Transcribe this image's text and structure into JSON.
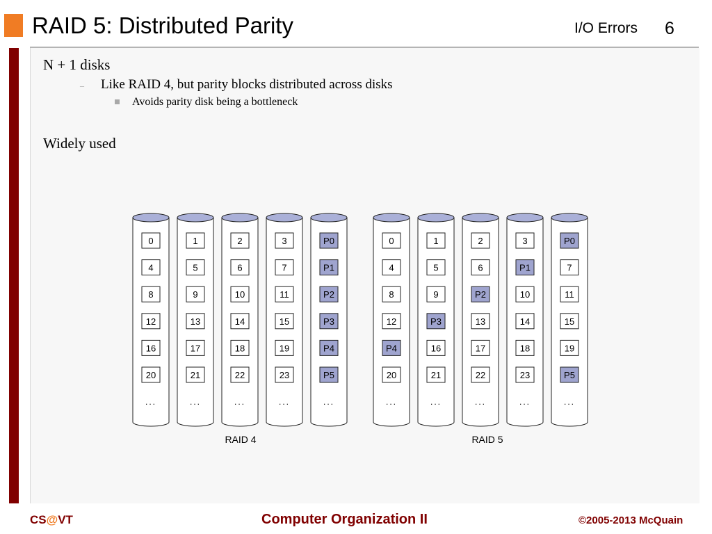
{
  "header": {
    "title": "RAID 5: Distributed Parity",
    "section": "I/O Errors",
    "page_number": "6"
  },
  "bullets": {
    "level1_a": "N + 1 disks",
    "level2_a": "Like RAID 4, but parity blocks distributed across disks",
    "level3_a": "Avoids parity disk being a bottleneck",
    "level1_b": "Widely used"
  },
  "diagram": {
    "ellipsis": "...",
    "raid4": {
      "label": "RAID 4",
      "disks": [
        [
          "0",
          "4",
          "8",
          "12",
          "16",
          "20"
        ],
        [
          "1",
          "5",
          "9",
          "13",
          "17",
          "21"
        ],
        [
          "2",
          "6",
          "10",
          "14",
          "18",
          "22"
        ],
        [
          "3",
          "7",
          "11",
          "15",
          "19",
          "23"
        ],
        [
          "P0",
          "P1",
          "P2",
          "P3",
          "P4",
          "P5"
        ]
      ]
    },
    "raid5": {
      "label": "RAID 5",
      "disks": [
        [
          "0",
          "4",
          "8",
          "12",
          "P4",
          "20"
        ],
        [
          "1",
          "5",
          "9",
          "P3",
          "16",
          "21"
        ],
        [
          "2",
          "6",
          "P2",
          "13",
          "17",
          "22"
        ],
        [
          "3",
          "P1",
          "10",
          "14",
          "18",
          "23"
        ],
        [
          "P0",
          "7",
          "11",
          "15",
          "19",
          "P5"
        ]
      ]
    },
    "colors": {
      "parity_fill": "#9fa4cf",
      "disk_top": "#aab0d8",
      "block_fill": "#ffffff"
    }
  },
  "footer": {
    "left_cs": "CS",
    "left_at": "@",
    "left_vt": "VT",
    "center": "Computer Organization II",
    "right": "©2005-2013 McQuain"
  }
}
